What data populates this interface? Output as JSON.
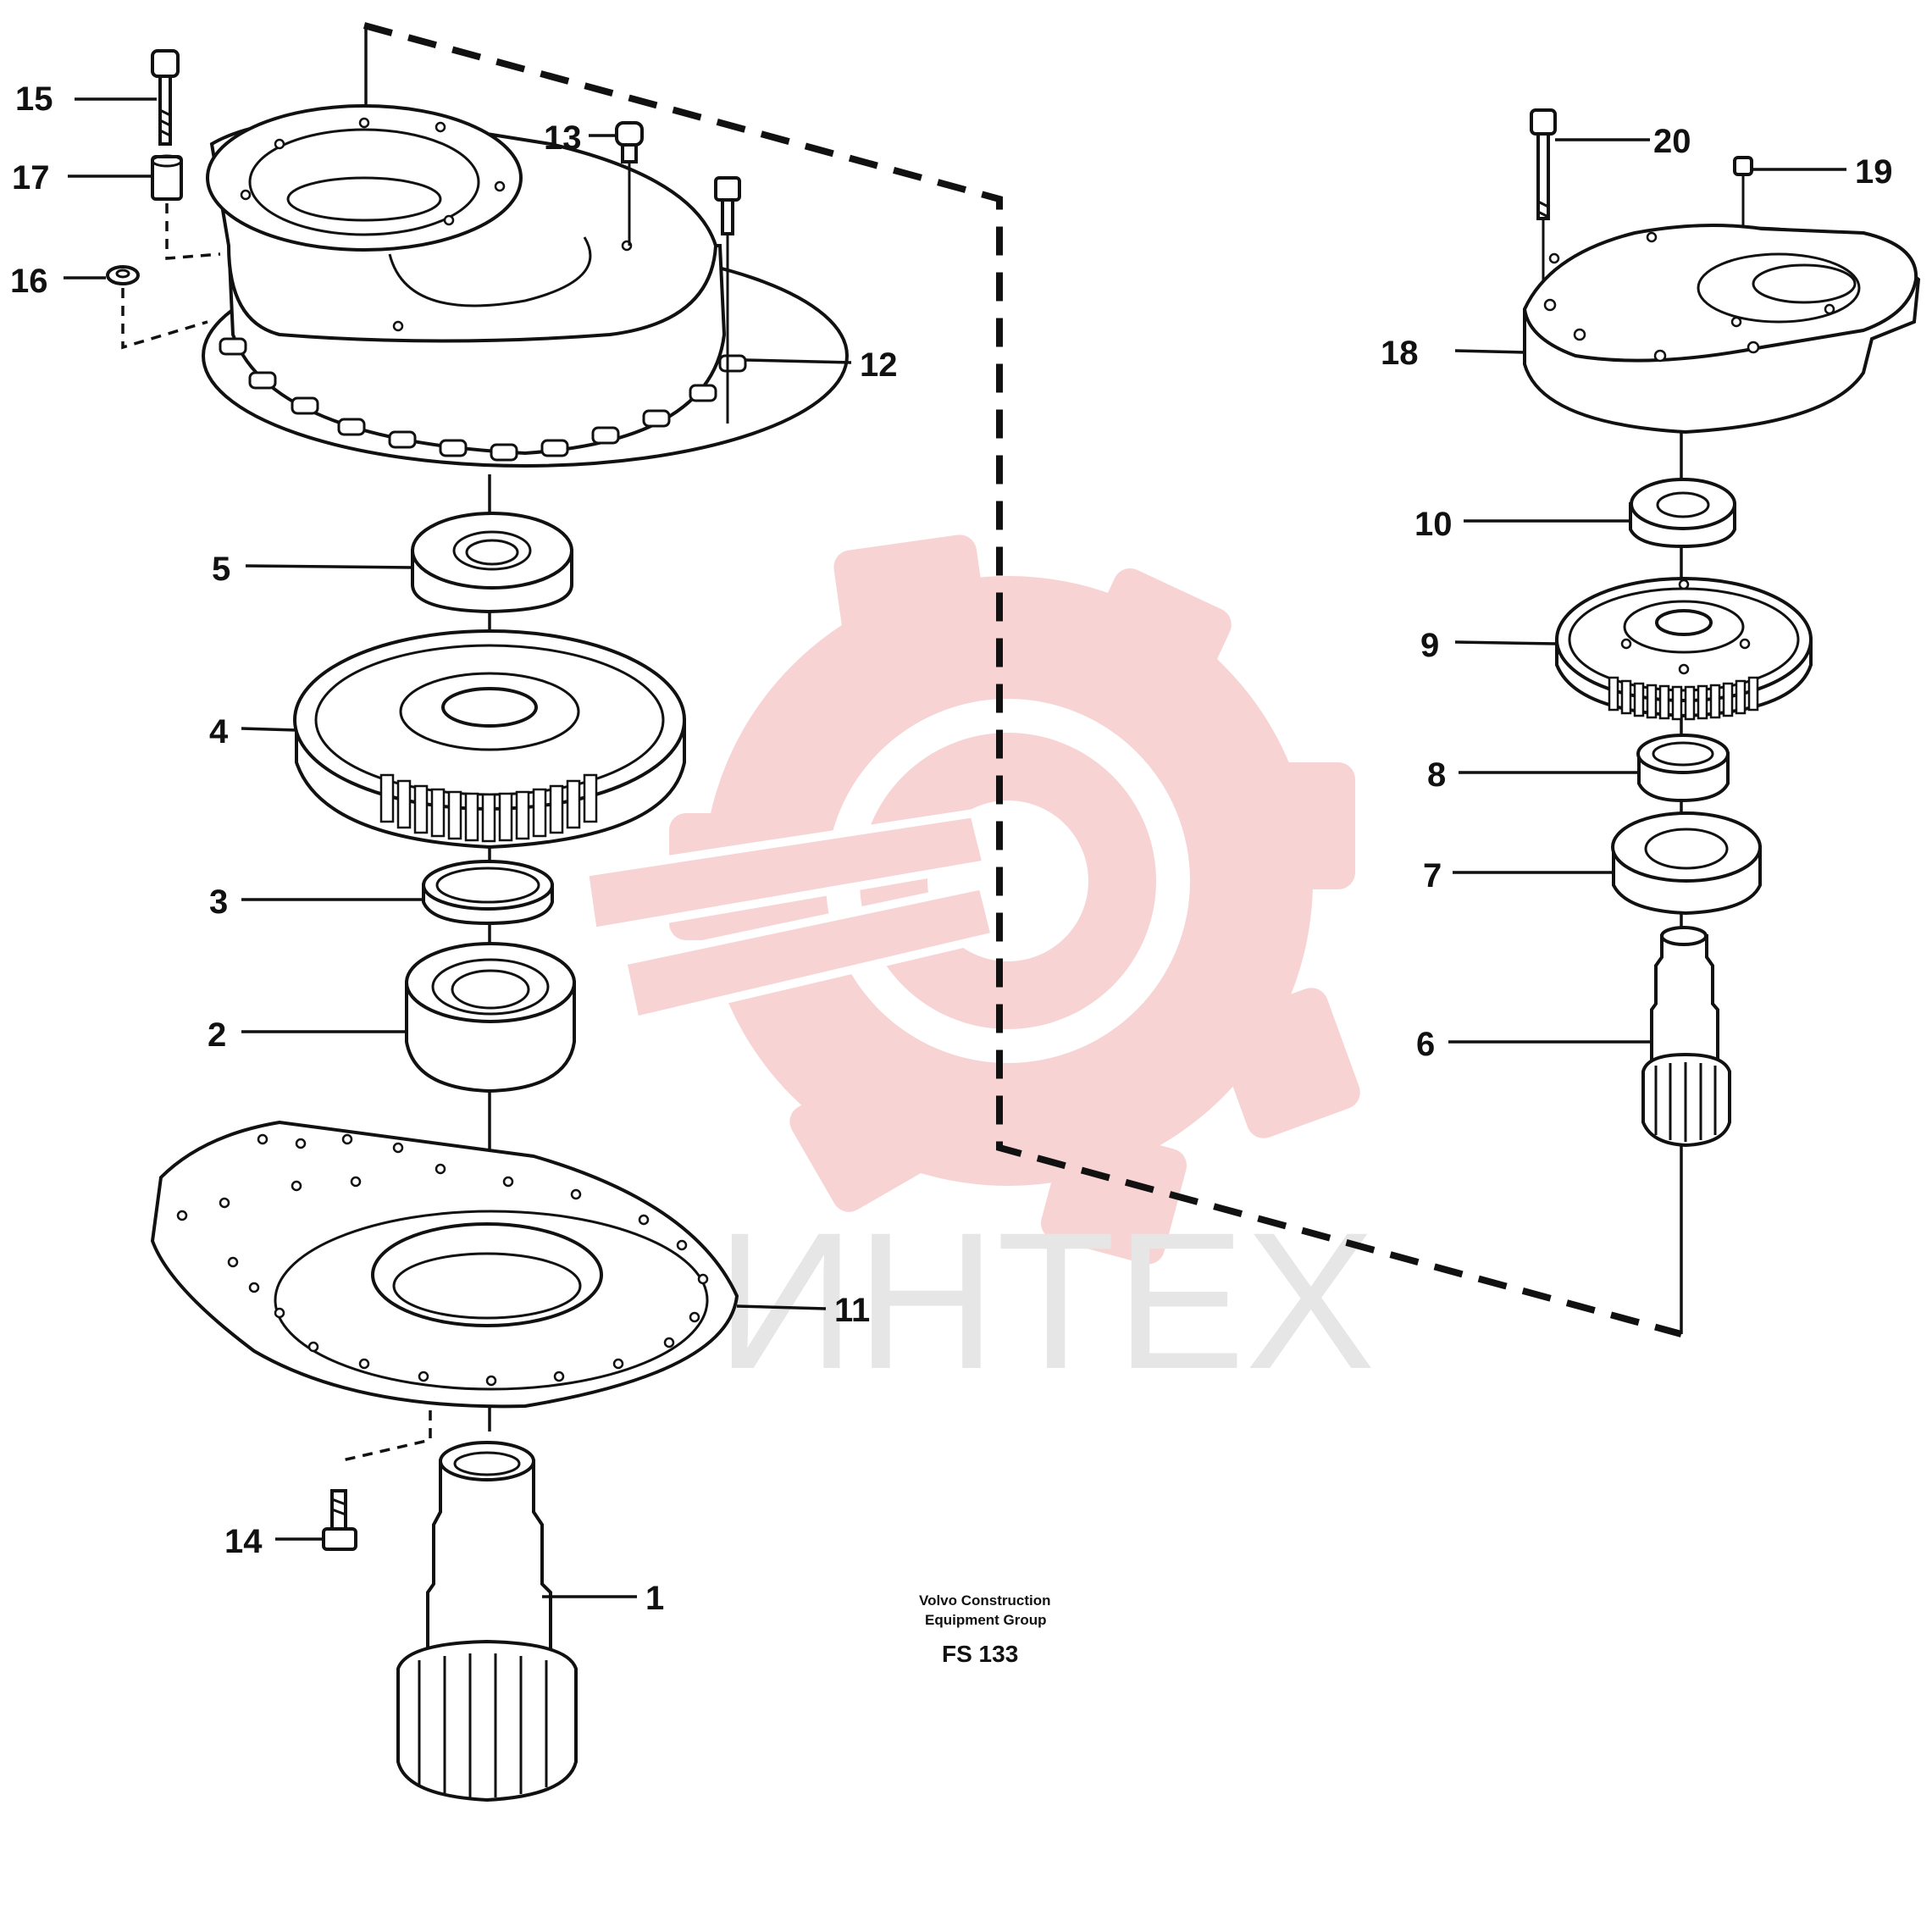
{
  "drawing": {
    "credit_line1": "Volvo Construction",
    "credit_line2": "Equipment Group",
    "figure_code": "FS 133"
  },
  "watermark": {
    "text": "ИНТЕХ",
    "logo_icon": "gear-wrench-logo-icon",
    "color": "#f5c9c9"
  },
  "callouts": [
    {
      "id": "15",
      "label": "15"
    },
    {
      "id": "17",
      "label": "17"
    },
    {
      "id": "16",
      "label": "16"
    },
    {
      "id": "13",
      "label": "13"
    },
    {
      "id": "12",
      "label": "12"
    },
    {
      "id": "5",
      "label": "5"
    },
    {
      "id": "4",
      "label": "4"
    },
    {
      "id": "3",
      "label": "3"
    },
    {
      "id": "2",
      "label": "2"
    },
    {
      "id": "11",
      "label": "11"
    },
    {
      "id": "14",
      "label": "14"
    },
    {
      "id": "1",
      "label": "1"
    },
    {
      "id": "20",
      "label": "20"
    },
    {
      "id": "19",
      "label": "19"
    },
    {
      "id": "18",
      "label": "18"
    },
    {
      "id": "10",
      "label": "10"
    },
    {
      "id": "9",
      "label": "9"
    },
    {
      "id": "8",
      "label": "8"
    },
    {
      "id": "7",
      "label": "7"
    },
    {
      "id": "6",
      "label": "6"
    }
  ]
}
